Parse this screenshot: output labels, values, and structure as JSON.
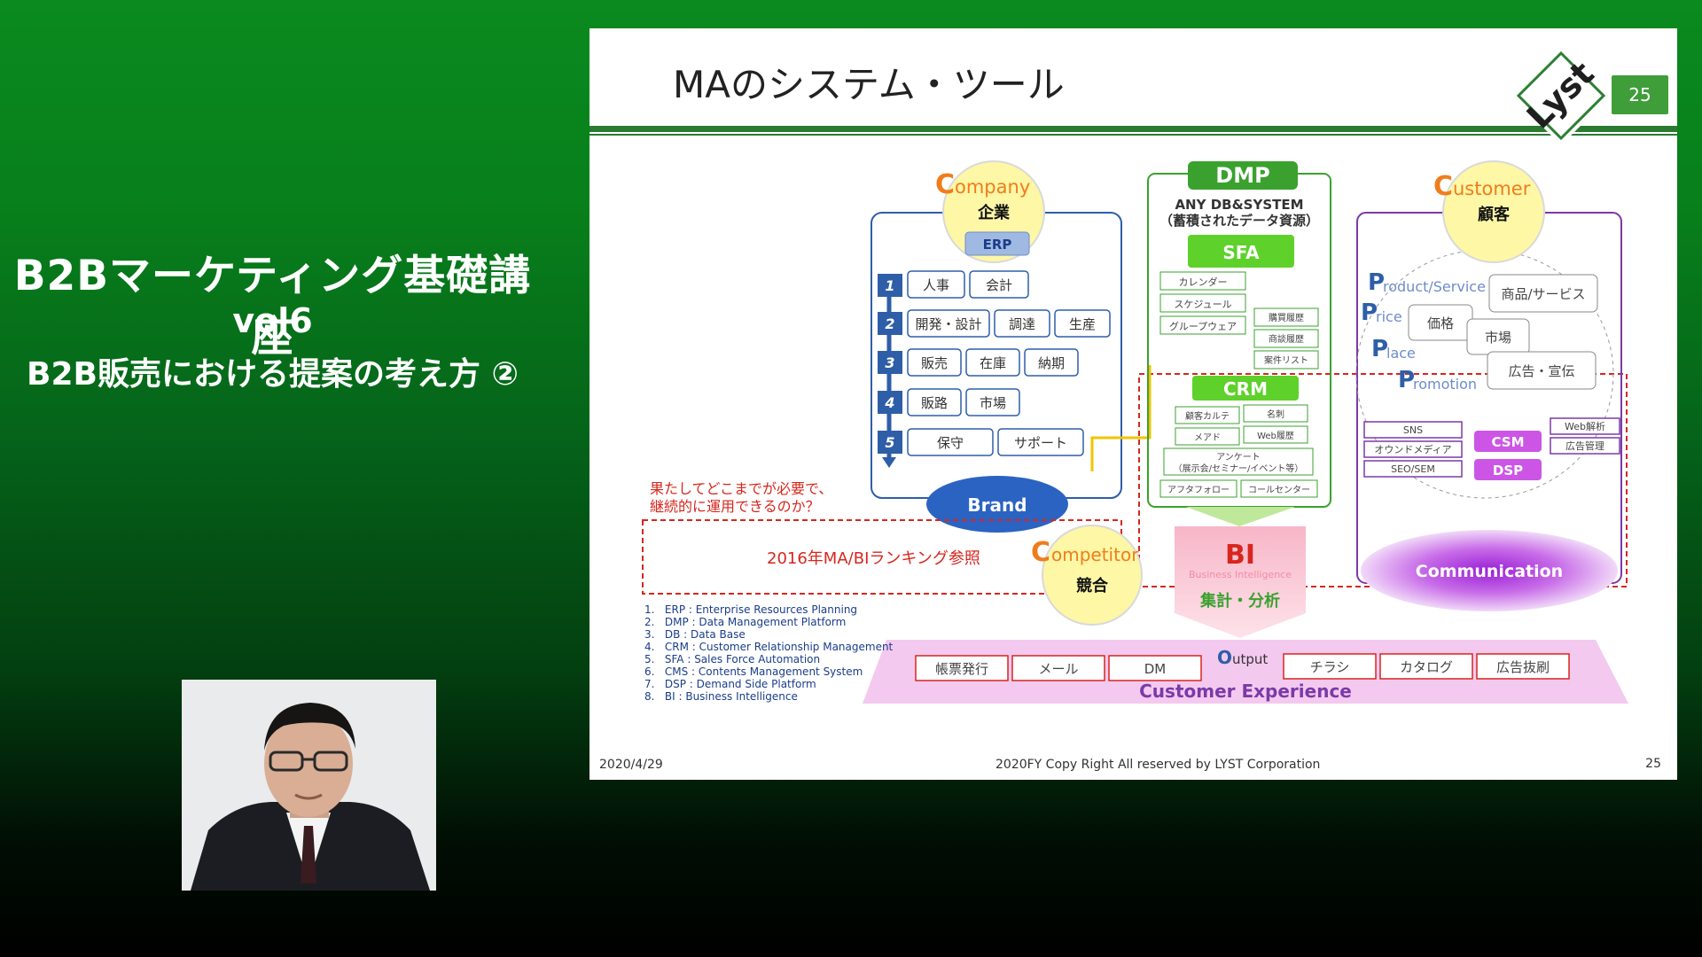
{
  "left_panel": {
    "title_line1": "B2Bマーケティング基礎講座",
    "title_line2": "vol6",
    "title_line3": "B2B販売における提案の考え方 ②"
  },
  "slide": {
    "title": "MAのシステム・ツール",
    "logo_text": "Lyst",
    "page_badge": "25",
    "footer_date": "2020/4/29",
    "footer_copy": "2020FY Copy Right All reserved by LYST Corporation",
    "footer_page": "25",
    "company": {
      "title_rest": "ompany",
      "title_initial": "C",
      "subtitle": "企業",
      "erp": "ERP",
      "steps": [
        {
          "num": "1",
          "items": [
            "人事",
            "会計"
          ]
        },
        {
          "num": "2",
          "items": [
            "開発・設計",
            "調達",
            "生産"
          ]
        },
        {
          "num": "3",
          "items": [
            "販売",
            "在庫",
            "納期"
          ]
        },
        {
          "num": "4",
          "items": [
            "販路",
            "市場"
          ]
        },
        {
          "num": "5",
          "items": [
            "保守",
            "サポート"
          ]
        }
      ],
      "brand": "Brand"
    },
    "dmp": {
      "label": "DMP",
      "line1": "ANY DB&SYSTEM",
      "line2": "（蓄積されたデータ資源）",
      "sfa": "SFA",
      "sfa_left": [
        "カレンダー",
        "スケジュール",
        "グループウェア"
      ],
      "sfa_right": [
        "購買履歴",
        "商談履歴",
        "案件リスト"
      ],
      "crm": "CRM",
      "crm_items": [
        "顧客カルテ",
        "名刺",
        "メアド",
        "Web履歴"
      ],
      "crm_survey_l1": "アンケート",
      "crm_survey_l2": "（展示会/セミナー/イベント等）",
      "crm_bottom": [
        "アフタフォロー",
        "コールセンター"
      ]
    },
    "customer": {
      "title_initial": "C",
      "title_rest": "ustomer",
      "subtitle": "顧客",
      "p_labels": [
        {
          "initial": "P",
          "rest": "roduct/Service"
        },
        {
          "initial": "P",
          "rest": "rice"
        },
        {
          "initial": "P",
          "rest": "lace"
        },
        {
          "initial": "P",
          "rest": "romotion"
        }
      ],
      "p_boxes": [
        "商品/サービス",
        "価格",
        "市場",
        "広告・宣伝"
      ],
      "left_tags": [
        "SNS",
        "オウンドメディア",
        "SEO/SEM"
      ],
      "csm": "CSM",
      "dsp": "DSP",
      "right_tags": [
        "Web解析",
        "広告管理"
      ],
      "communication": "Communication"
    },
    "competitor": {
      "title_initial": "C",
      "title_rest": "ompetitor",
      "subtitle": "競合"
    },
    "bi": {
      "title": "BI",
      "sub": "Business Intelligence",
      "label": "集計・分析"
    },
    "red_note_line1": "果たしてどこまでが必要で、",
    "red_note_line2": "継続的に運用できるのか？",
    "ranking": "2016年MA/BIランキング参照",
    "output": {
      "label_initial": "O",
      "label_rest": "utput",
      "items_left": [
        "帳票発行",
        "メール",
        "DM"
      ],
      "items_right": [
        "チラシ",
        "カタログ",
        "広告抜刷"
      ],
      "cx": "Customer Experience"
    },
    "glossary": [
      "1.   ERP : Enterprise Resources Planning",
      "2.   DMP : Data Management Platform",
      "3.   DB : Data Base",
      "4.   CRM : Customer Relationship Management",
      "5.   SFA : Sales Force Automation",
      "6.   CMS : Contents Management System",
      "7.   DSP : Demand Side Platform",
      "8.   BI : Business Intelligence"
    ]
  },
  "colors": {
    "orange": "#f07d1c",
    "yellow_circle": "#fdf7a6",
    "blue_border": "#2e5ea8",
    "green": "#3aa12e",
    "light_green": "#5ed12a",
    "purple": "#7a3aa8",
    "magenta": "#cc55e6",
    "red": "#d7261e",
    "pink": "#f2a9c2"
  }
}
